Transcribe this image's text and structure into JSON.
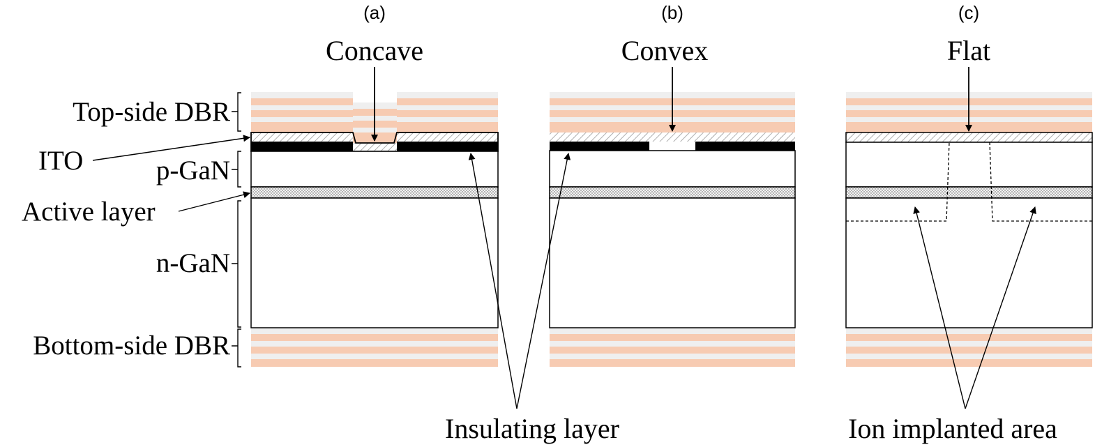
{
  "colors": {
    "dbr_peach": "#f7cbb2",
    "dbr_light": "#efefef",
    "insulator": "#000000",
    "outline": "#000000"
  },
  "panels": [
    {
      "label": "(a)",
      "type": "Concave"
    },
    {
      "label": "(b)",
      "type": "Convex"
    },
    {
      "label": "(c)",
      "type": "Flat"
    }
  ],
  "layers": {
    "top_dbr": "Top-side DBR",
    "ito": "ITO",
    "p_gan": "p-GaN",
    "active": "Active layer",
    "n_gan": "n-GaN",
    "bottom_dbr": "Bottom-side DBR"
  },
  "callouts": {
    "insulating": "Insulating layer",
    "ion": "Ion implanted area"
  }
}
